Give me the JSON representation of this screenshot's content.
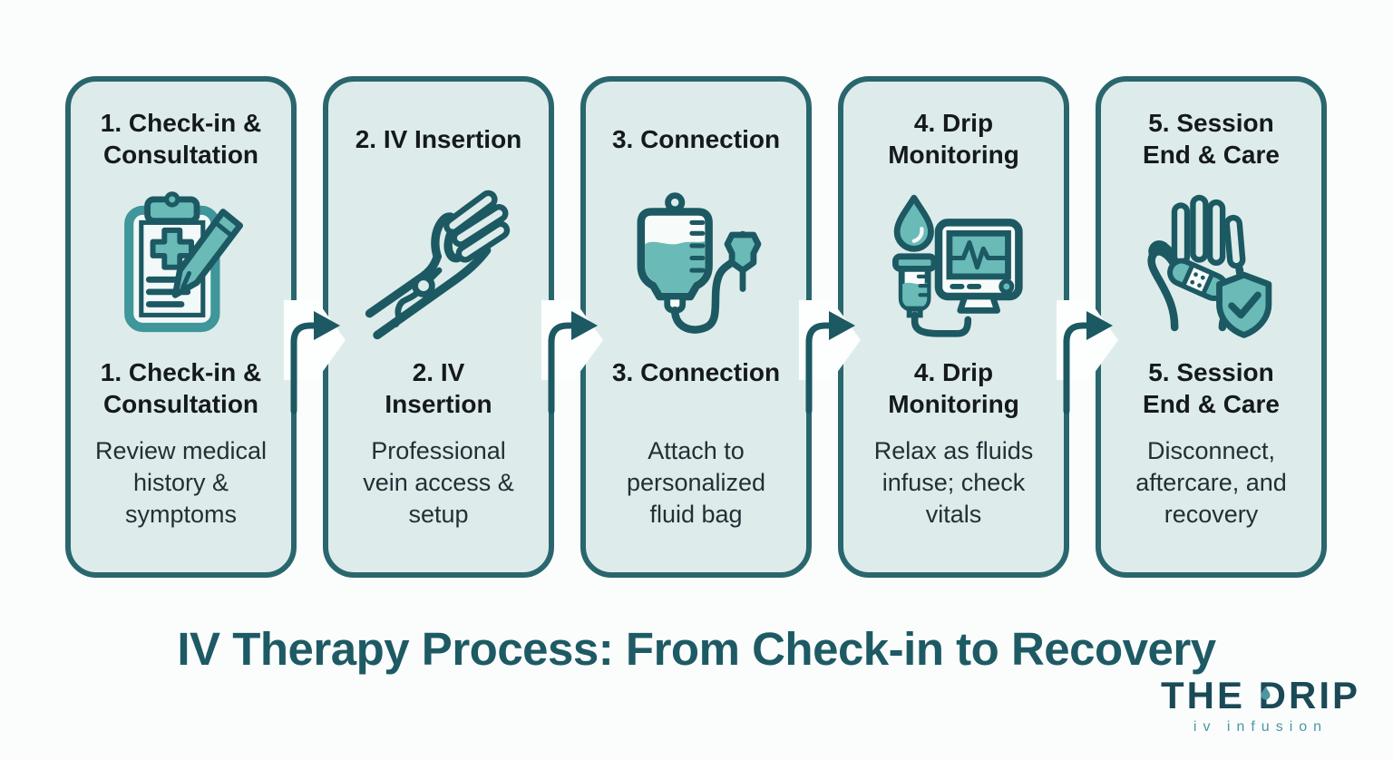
{
  "page": {
    "background": "#fbfdfd",
    "title": "IV Therapy Process: From Check-in to Recovery"
  },
  "colors": {
    "card_background": "#ddecea",
    "card_border": "#2a666d",
    "icon_stroke_dark": "#1c5963",
    "icon_stroke_teal": "#3f969b",
    "icon_fill_teal": "#6abab7",
    "heading_text": "#15191d",
    "body_text": "#223036",
    "main_title_text": "#1d5a64",
    "logo_text": "#1b4a57",
    "logo_accent": "#4d96a2",
    "arrow": "#1c5963"
  },
  "steps": [
    {
      "header": "1. Check-in &\nConsultation",
      "icon": "clipboard-pen-icon",
      "title": "1. Check-in &\nConsultation",
      "description": "Review medical\nhistory &\nsymptoms"
    },
    {
      "header": "2. IV Insertion",
      "icon": "arm-iv-insertion-icon",
      "title": "2. IV\nInsertion",
      "description": "Professional\nvein access &\nsetup"
    },
    {
      "header": "3. Connection",
      "icon": "iv-fluid-bag-icon",
      "title": "3. Connection",
      "description": "Attach to\npersonalized\nfluid bag"
    },
    {
      "header": "4. Drip\nMonitoring",
      "icon": "drip-monitor-icon",
      "title": "4. Drip\nMonitoring",
      "description": "Relax as fluids\ninfuse; check\nvitals"
    },
    {
      "header": "5. Session\nEnd & Care",
      "icon": "hand-bandage-shield-icon",
      "title": "5. Session\nEnd & Care",
      "description": "Disconnect,\naftercare, and\nrecovery"
    }
  ],
  "arrows": {
    "count": 4,
    "direction": "right"
  },
  "logo": {
    "name": "THE DRIP",
    "name_left": "THE ",
    "name_d": "D",
    "name_right": "RIP",
    "tagline": "iv infusion"
  }
}
